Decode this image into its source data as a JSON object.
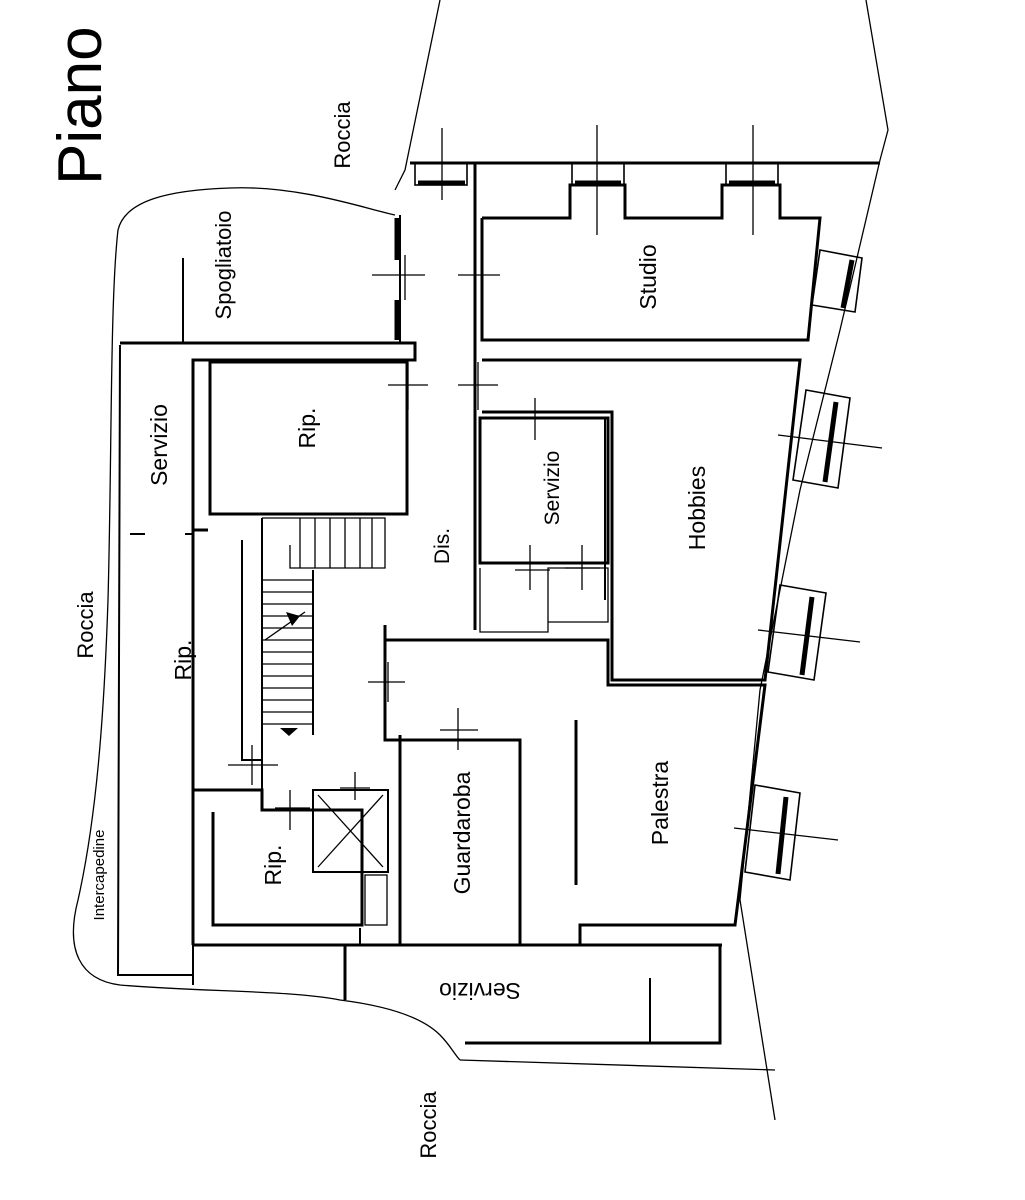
{
  "plan": {
    "title": "Piano",
    "rooms": {
      "studio": "Studio",
      "hobbies": "Hobbies",
      "palestra": "Palestra",
      "guardaroba": "Guardaroba",
      "spogliatoio": "Spogliatoio",
      "servizio_left": "Servizio",
      "servizio_center": "Servizio",
      "servizio_bottom": "Servizio",
      "rip_upper": "Rip.",
      "rip_left": "Rip.",
      "rip_lower": "Rip.",
      "dis": "Dis."
    },
    "annotations": {
      "roccia_top": "Roccia",
      "roccia_left": "Roccia",
      "roccia_bottom": "Roccia",
      "intercapedine": "Intercapedine"
    }
  }
}
